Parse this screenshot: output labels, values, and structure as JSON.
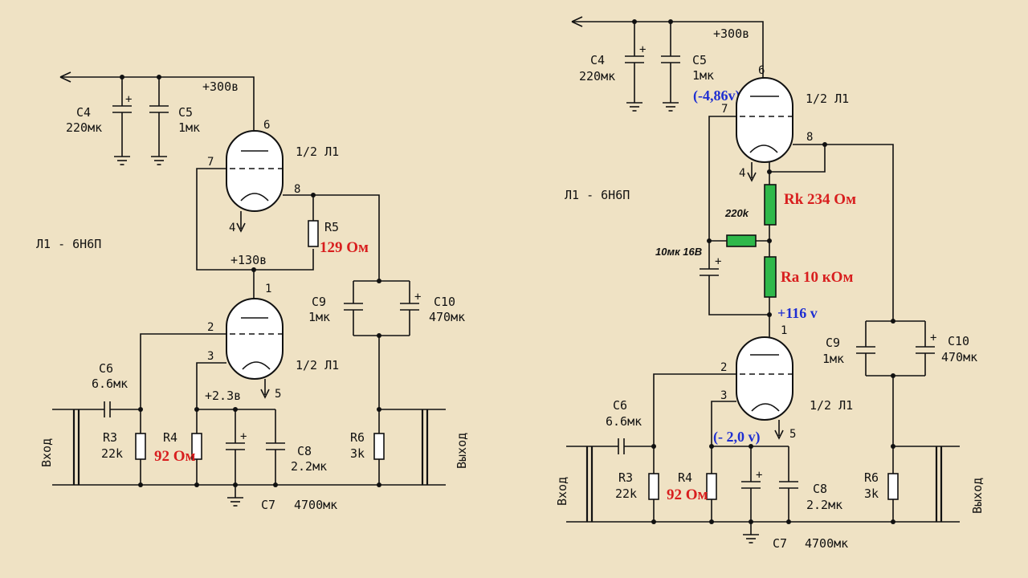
{
  "colors": {
    "background": "#efe2c4",
    "red_label": "#d81e1e",
    "blue_label": "#1e2ed2",
    "green_resistor": "#2fb84a"
  },
  "left": {
    "supply": "+300в",
    "c4": {
      "name": "C4",
      "value": "220мк"
    },
    "c5": {
      "name": "C5",
      "value": "1мк"
    },
    "tube_top": "1/2 Л1",
    "tube_bottom": "1/2 Л1",
    "tube_type": "Л1 - 6Н6П",
    "r5": {
      "name": "R5",
      "value": "129 Ом"
    },
    "mid_voltage": "+130в",
    "c9": {
      "name": "C9",
      "value": "1мк"
    },
    "c10": {
      "name": "C10",
      "value": "470мк"
    },
    "c6": {
      "name": "C6",
      "value": "6.6мк"
    },
    "r3": {
      "name": "R3",
      "value": "22k"
    },
    "r4": {
      "name": "R4",
      "value": "92 Ом"
    },
    "cathode_voltage": "+2.3в",
    "c8": {
      "name": "C8",
      "value": "2.2мк"
    },
    "r6": {
      "name": "R6",
      "value": "3k"
    },
    "c7": {
      "name": "C7",
      "value": "4700мк"
    },
    "input": "Вход",
    "output": "Выход",
    "pins": {
      "p6": "6",
      "p7": "7",
      "p8": "8",
      "p4": "4",
      "p1": "1",
      "p2": "2",
      "p3": "3",
      "p5": "5"
    },
    "plus": "+"
  },
  "right": {
    "supply": "+300в",
    "c4": {
      "name": "C4",
      "value": "220мк"
    },
    "c5": {
      "name": "C5",
      "value": "1мк"
    },
    "grid_voltage": "(-4,86v)",
    "tube_top": "1/2 Л1",
    "tube_bottom": "1/2 Л1",
    "tube_type": "Л1 - 6Н6П",
    "rk": "Rk 234 Ом",
    "ra": "Ra 10 кОм",
    "r220": "220k",
    "cap_10": "10мк 16В",
    "anode_voltage": "+116 v",
    "c9": {
      "name": "C9",
      "value": "1мк"
    },
    "c10": {
      "name": "C10",
      "value": "470мк"
    },
    "c6": {
      "name": "C6",
      "value": "6.6мк"
    },
    "r3": {
      "name": "R3",
      "value": "22k"
    },
    "r4": {
      "name": "R4",
      "value": "92 Ом"
    },
    "cathode_voltage": "(- 2,0 v)",
    "c8": {
      "name": "C8",
      "value": "2.2мк"
    },
    "r6": {
      "name": "R6",
      "value": "3k"
    },
    "c7": {
      "name": "C7",
      "value": "4700мк"
    },
    "input": "Вход",
    "output": "Выход",
    "pins": {
      "p6": "6",
      "p7": "7",
      "p8": "8",
      "p4": "4",
      "p1": "1",
      "p2": "2",
      "p3": "3",
      "p5": "5"
    },
    "plus": "+"
  }
}
